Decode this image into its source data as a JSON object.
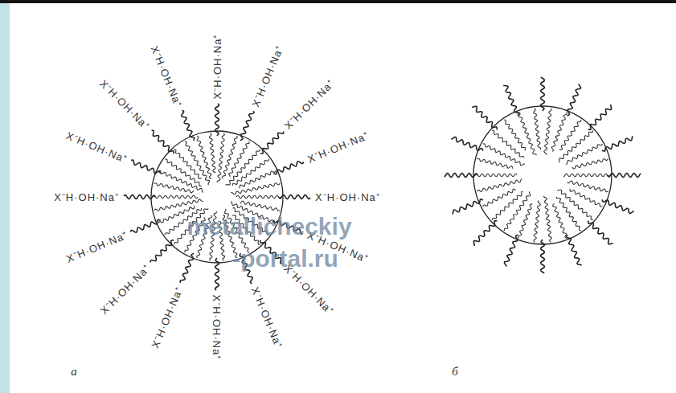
{
  "diagram": {
    "labels": [
      "X⁻H·OH·Na⁺",
      "X⁻H·OH·Na⁺",
      "X⁻H·OH·Na⁺",
      "X⁻H·OH·Na⁺",
      "X⁻H·OH·Na⁺",
      "X⁻H·OH·Na⁺",
      "X⁻H·OH·Na⁺",
      "X⁻H·OH·Na⁺",
      "X⁻H·OH·Na⁺",
      "X⁻H·OH·Na⁺",
      "X⁻H·OH·Na⁺",
      "X⁻H·OH·Na⁺",
      "X⁻H·OH·Na⁺",
      "X⁻H·OH·Na⁺",
      "X⁻H·OH·Na⁺",
      "X⁻H·OH·Na⁺",
      "а",
      "б",
      "metallicheckiy",
      "-portal.ru"
    ]
  }
}
